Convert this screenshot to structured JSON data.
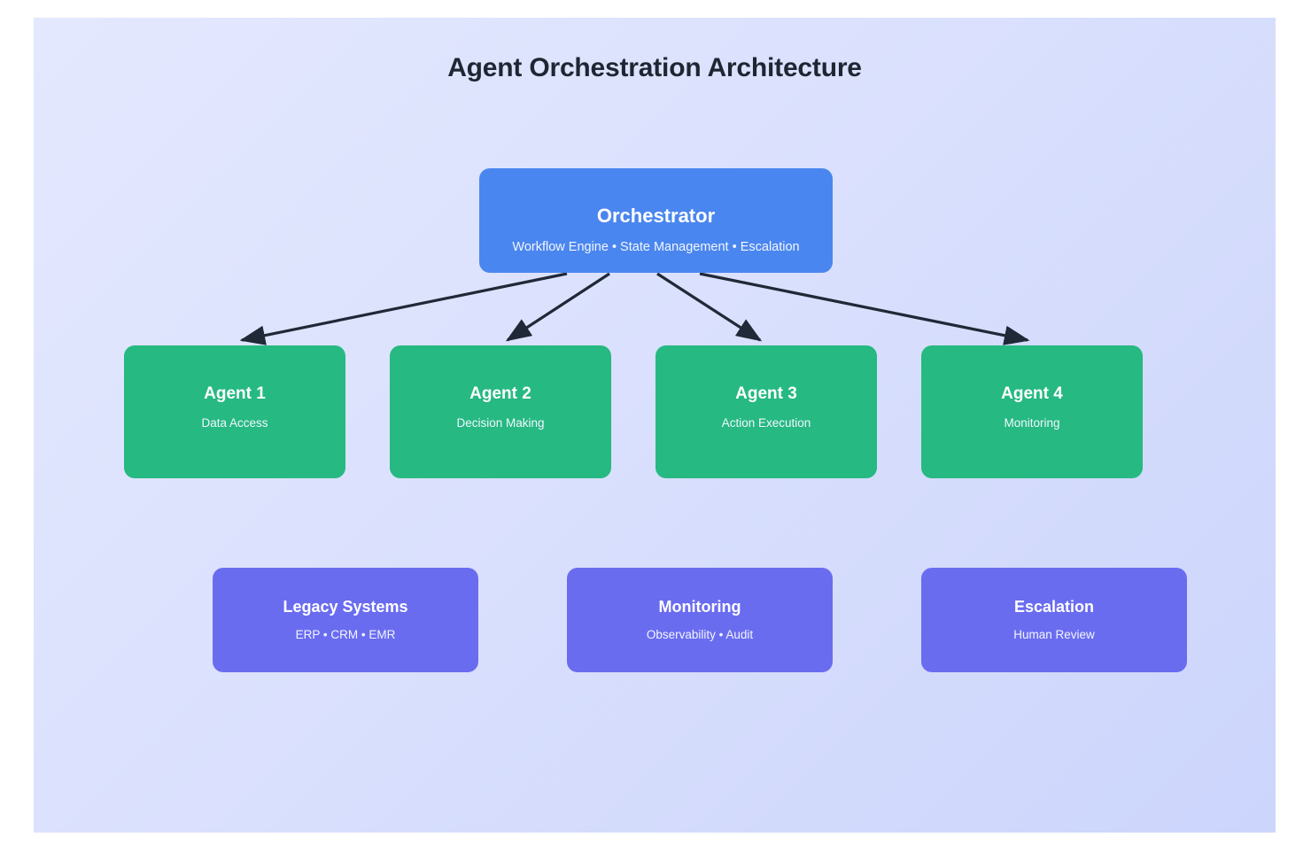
{
  "diagram": {
    "title": "Agent Orchestration Architecture",
    "background_from": "#e4e8fe",
    "background_to": "#ccd5fc",
    "connector_color": "#1f2937",
    "orchestrator": {
      "title": "Orchestrator",
      "subtitle": "Workflow Engine • State Management • Escalation",
      "color": "#4a86ef"
    },
    "agents": [
      {
        "title": "Agent 1",
        "subtitle": "Data Access",
        "color": "#26b982"
      },
      {
        "title": "Agent 2",
        "subtitle": "Decision Making",
        "color": "#26b982"
      },
      {
        "title": "Agent 3",
        "subtitle": "Action Execution",
        "color": "#26b982"
      },
      {
        "title": "Agent 4",
        "subtitle": "Monitoring",
        "color": "#26b982"
      }
    ],
    "support": [
      {
        "title": "Legacy Systems",
        "subtitle": "ERP • CRM • EMR",
        "color": "#6a6cf0"
      },
      {
        "title": "Monitoring",
        "subtitle": "Observability • Audit",
        "color": "#6a6cf0"
      },
      {
        "title": "Escalation",
        "subtitle": "Human Review",
        "color": "#6a6cf0"
      }
    ],
    "connections": [
      {
        "from": "Orchestrator",
        "to": "Agent 1",
        "arrowhead": "triangle"
      },
      {
        "from": "Orchestrator",
        "to": "Agent 2",
        "arrowhead": "triangle"
      },
      {
        "from": "Orchestrator",
        "to": "Agent 3",
        "arrowhead": "triangle"
      },
      {
        "from": "Orchestrator",
        "to": "Agent 4",
        "arrowhead": "triangle"
      }
    ]
  }
}
